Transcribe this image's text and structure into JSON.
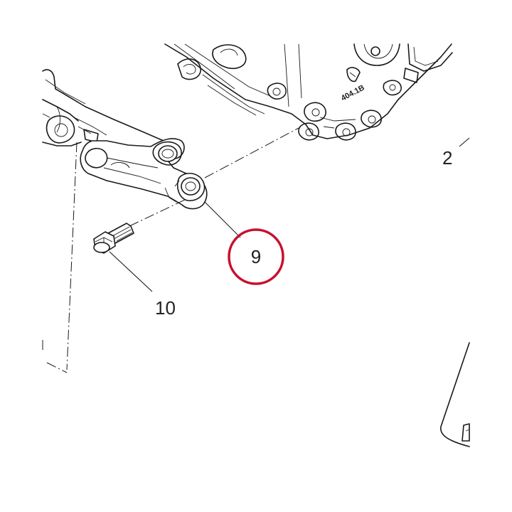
{
  "diagram": {
    "callouts": [
      {
        "label": "2"
      },
      {
        "label": "9",
        "highlighted": true
      },
      {
        "label": "10"
      }
    ],
    "casting_mark": "404.1B",
    "highlight_color": "#c8102e",
    "line_color": "#1a1a1a"
  }
}
